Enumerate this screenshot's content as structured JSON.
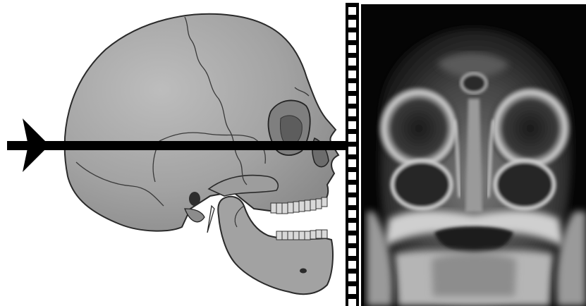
{
  "figure": {
    "panels": [
      {
        "name": "skull-lateral-illustration"
      },
      {
        "name": "film-cassette"
      },
      {
        "name": "sinus-radiograph"
      }
    ],
    "colors": {
      "background": "#ffffff",
      "bone_fill": "#a7a7a7",
      "bone_outline": "#2a2a2a",
      "beam": "#000000",
      "xray_background": "#050505"
    },
    "icons": [
      "arrowhead-icon",
      "film-strip-icon"
    ]
  }
}
